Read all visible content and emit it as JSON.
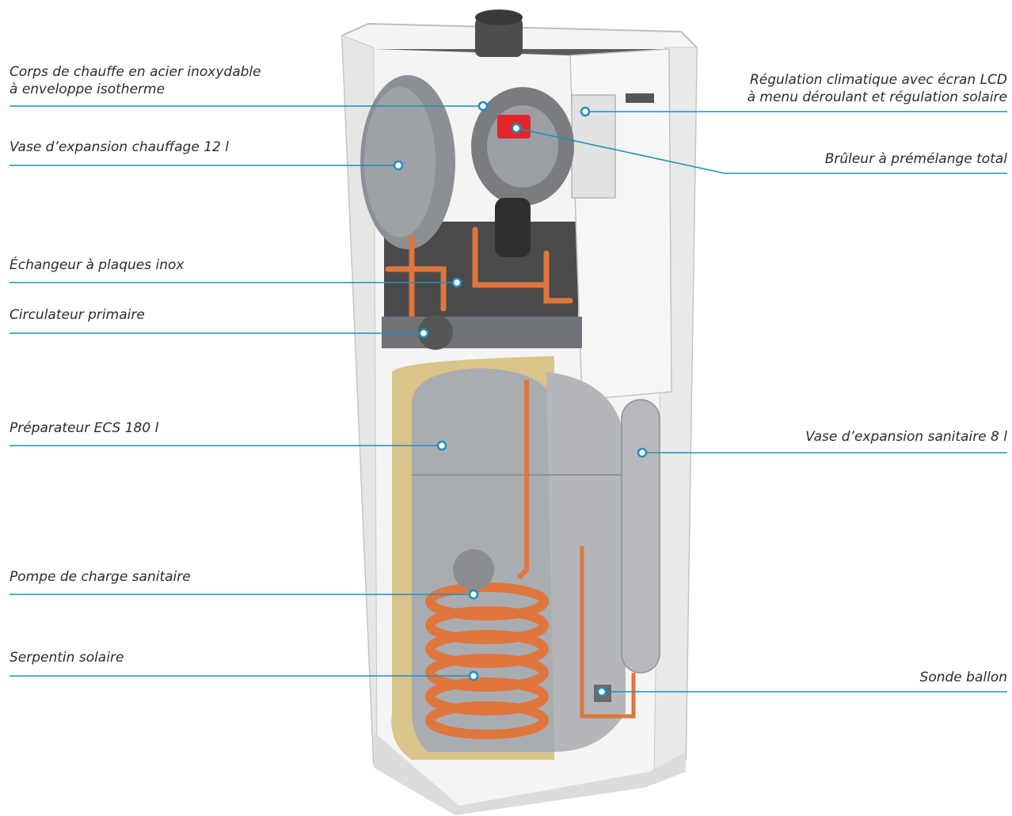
{
  "colors": {
    "leader_line": "#1e8fc0",
    "label_text": "#2b2b2b",
    "casing": "#f2f2f2",
    "tank": "#a9acb0",
    "copper": "#e0763d",
    "insulation": "#d9c48a",
    "burner": "#e0262b"
  },
  "labels": [
    {
      "id": "corps-de-chauffe",
      "lines": [
        "Corps de chauffe en acier inoxydable",
        "à enveloppe isotherme"
      ]
    },
    {
      "id": "vase-chauffage",
      "lines": [
        "Vase d’expansion chauffage 12 l"
      ]
    },
    {
      "id": "echangeur",
      "lines": [
        "Échangeur à plaques inox"
      ]
    },
    {
      "id": "circulateur",
      "lines": [
        "Circulateur primaire"
      ]
    },
    {
      "id": "preparateur",
      "lines": [
        "Préparateur ECS 180 l"
      ]
    },
    {
      "id": "pompe-charge",
      "lines": [
        "Pompe de charge sanitaire"
      ]
    },
    {
      "id": "serpentin",
      "lines": [
        "Serpentin solaire"
      ]
    },
    {
      "id": "regulation",
      "lines": [
        "Régulation climatique avec écran LCD",
        "à menu déroulant et régulation solaire"
      ]
    },
    {
      "id": "bruleur",
      "lines": [
        "Brûleur à prémélange total"
      ]
    },
    {
      "id": "vase-sanitaire",
      "lines": [
        "Vase d’expansion sanitaire 8 l"
      ]
    },
    {
      "id": "sonde",
      "lines": [
        "Sonde ballon"
      ]
    }
  ]
}
